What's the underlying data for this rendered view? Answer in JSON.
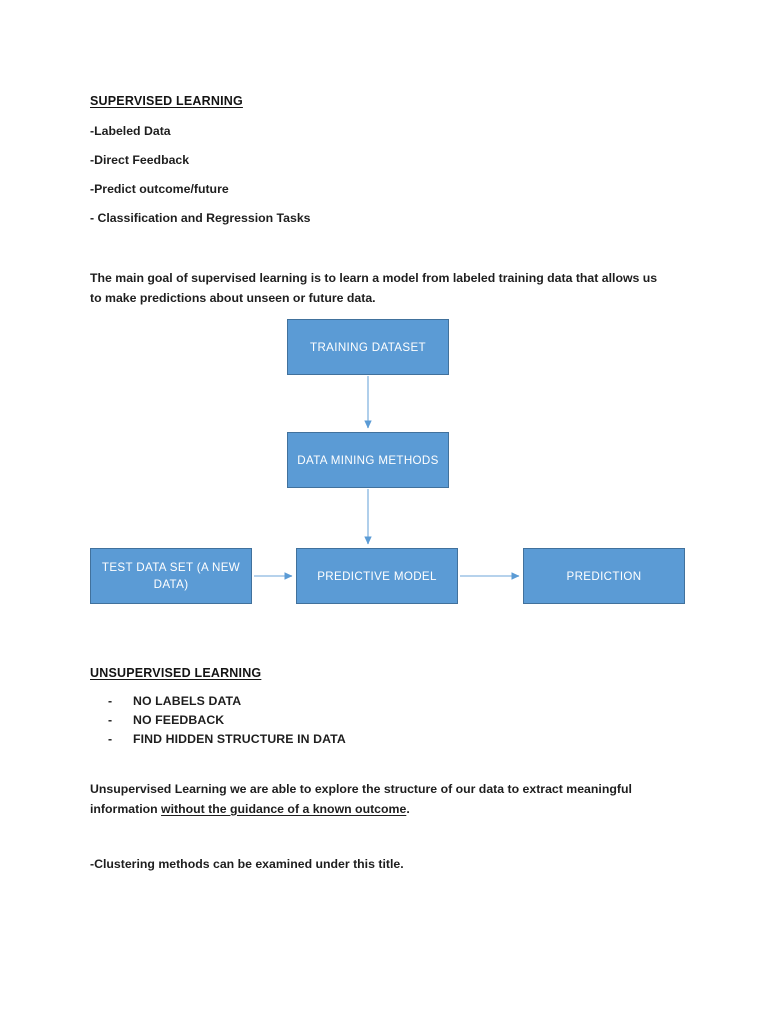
{
  "document": {
    "sections": {
      "supervised": {
        "heading": "SUPERVISED LEARNING",
        "bullets": [
          "-Labeled Data",
          "-Direct Feedback",
          "-Predict outcome/future",
          "- Classification and Regression Tasks"
        ],
        "paragraph": "The main goal of supervised learning is to learn a model from labeled training data that allows us to make predictions about unseen or future data."
      },
      "unsupervised": {
        "heading": "UNSUPERVISED LEARNING",
        "bullets": [
          {
            "marker": "-",
            "text": "NO LABELS DATA"
          },
          {
            "marker": "-",
            "text": "NO FEEDBACK"
          },
          {
            "marker": "-",
            "text": "FIND HIDDEN STRUCTURE IN DATA"
          }
        ],
        "paragraph_before_underline": "Unsupervised Learning we are able to explore the structure of our data to extract meaningful information ",
        "paragraph_underlined": "without the guidance of a known outcome",
        "paragraph_after_underline": ".",
        "closing_line": "-Clustering methods can be examined under this title."
      }
    }
  },
  "diagram": {
    "type": "flowchart",
    "fill_color": "#5B9BD5",
    "border_color": "#41719C",
    "text_color": "#FFFFFF",
    "arrow_color": "#9DC3E6",
    "nodes": [
      {
        "id": "training",
        "label": "TRAINING DATASET"
      },
      {
        "id": "mining",
        "label": "DATA MINING METHODS"
      },
      {
        "id": "test",
        "label": "TEST DATA SET (A NEW DATA)"
      },
      {
        "id": "predictive",
        "label": "PREDICTIVE MODEL"
      },
      {
        "id": "prediction",
        "label": "PREDICTION"
      }
    ],
    "edges": [
      {
        "from": "training",
        "to": "mining",
        "direction": "down"
      },
      {
        "from": "mining",
        "to": "predictive",
        "direction": "down"
      },
      {
        "from": "test",
        "to": "predictive",
        "direction": "right"
      },
      {
        "from": "predictive",
        "to": "prediction",
        "direction": "right"
      }
    ]
  }
}
